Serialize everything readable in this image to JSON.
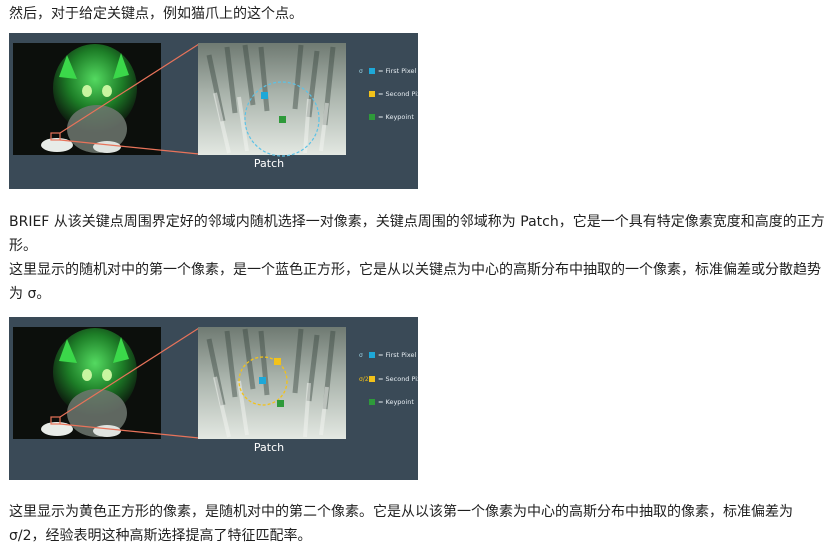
{
  "paragraphs": [
    "然后，对于给定关键点，例如猫爪上的这个点。",
    "BRIEF 从该关键点周围界定好的邻域内随机选择一对像素，关键点周围的邻域称为 Patch，它是一个具有特定像素宽度和高度的正方形。",
    "这里显示的随机对中的第一个像素，是一个蓝色正方形，它是从以关键点为中心的高斯分布中抽取的一个像素，标准偏差或分散趋势为 σ。",
    "这里显示为黄色正方形的像素，是随机对中的第二个像素。它是从以该第一个像素为中心的高斯分布中抽取的像素，标准偏差为 σ/2，经验表明这种高斯选择提高了特征匹配率。"
  ],
  "figures": [
    {
      "patch_label": "Patch",
      "legend": [
        {
          "symbol": "σ",
          "label": "= First Pixel",
          "color": "#1ea8d8"
        },
        {
          "symbol": "",
          "label": "= Second Pixel",
          "color": "#f2c21a"
        },
        {
          "symbol": "",
          "label": "= Keypoint",
          "color": "#2e9a3a"
        }
      ]
    },
    {
      "patch_label": "Patch",
      "legend": [
        {
          "symbol": "σ",
          "label": "= First Pixel",
          "color": "#1ea8d8"
        },
        {
          "symbol": "σ/2",
          "label": "= Second Pixel",
          "color": "#f2c21a"
        },
        {
          "symbol": "",
          "label": "= Keypoint",
          "color": "#2e9a3a"
        }
      ]
    }
  ],
  "colors": {
    "figure_bg": "#3a4a57",
    "connector_line": "#e8735a",
    "cat_highlight": "#39e64a",
    "sigma_circle": "#5cc2e6",
    "sigma2_circle": "#f2c21a"
  }
}
